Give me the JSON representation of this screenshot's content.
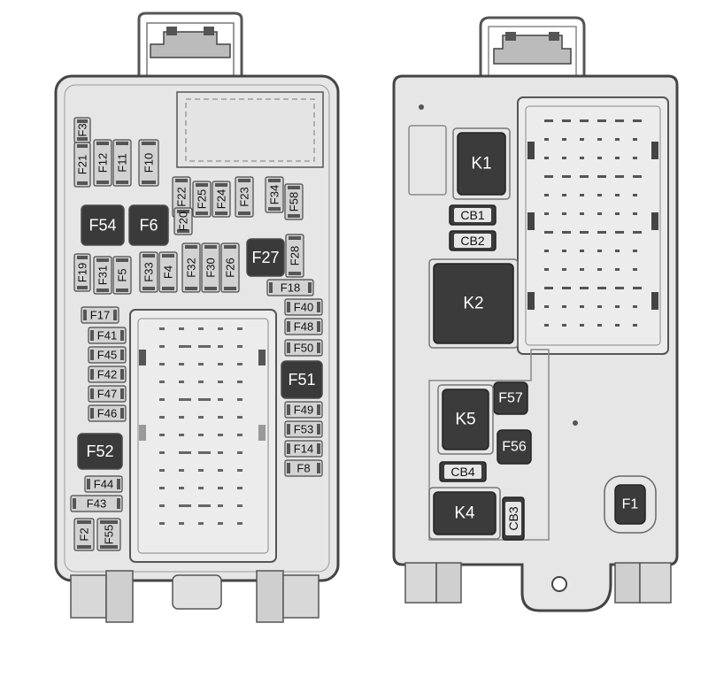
{
  "left_box": {
    "fuses": [
      {
        "id": "F3",
        "label": "F3",
        "orient": "v",
        "size": "small"
      },
      {
        "id": "F21",
        "label": "F21",
        "orient": "v",
        "size": "small"
      },
      {
        "id": "F12",
        "label": "F12",
        "orient": "v",
        "size": "small"
      },
      {
        "id": "F11",
        "label": "F11",
        "orient": "v",
        "size": "small"
      },
      {
        "id": "F10",
        "label": "F10",
        "orient": "v",
        "size": "small"
      },
      {
        "id": "F22",
        "label": "F22",
        "orient": "v",
        "size": "small"
      },
      {
        "id": "F25",
        "label": "F25",
        "orient": "v",
        "size": "small"
      },
      {
        "id": "F24",
        "label": "F24",
        "orient": "v",
        "size": "small"
      },
      {
        "id": "F23",
        "label": "F23",
        "orient": "v",
        "size": "small"
      },
      {
        "id": "F34",
        "label": "F34",
        "orient": "v",
        "size": "small"
      },
      {
        "id": "F58",
        "label": "F58",
        "orient": "v",
        "size": "small"
      },
      {
        "id": "F54",
        "label": "F54",
        "orient": "h",
        "size": "large"
      },
      {
        "id": "F6",
        "label": "F6",
        "orient": "h",
        "size": "large"
      },
      {
        "id": "F20",
        "label": "F20",
        "orient": "v",
        "size": "small"
      },
      {
        "id": "F27",
        "label": "F27",
        "orient": "h",
        "size": "large"
      },
      {
        "id": "F28",
        "label": "F28",
        "orient": "v",
        "size": "small"
      },
      {
        "id": "F19",
        "label": "F19",
        "orient": "v",
        "size": "small"
      },
      {
        "id": "F31",
        "label": "F31",
        "orient": "v",
        "size": "small"
      },
      {
        "id": "F5",
        "label": "F5",
        "orient": "v",
        "size": "small"
      },
      {
        "id": "F33",
        "label": "F33",
        "orient": "v",
        "size": "small"
      },
      {
        "id": "F4",
        "label": "F4",
        "orient": "v",
        "size": "small"
      },
      {
        "id": "F32",
        "label": "F32",
        "orient": "v",
        "size": "small"
      },
      {
        "id": "F30",
        "label": "F30",
        "orient": "v",
        "size": "small"
      },
      {
        "id": "F26",
        "label": "F26",
        "orient": "v",
        "size": "small"
      },
      {
        "id": "F18",
        "label": "F18",
        "orient": "h",
        "size": "small"
      },
      {
        "id": "F17",
        "label": "F17",
        "orient": "h",
        "size": "small"
      },
      {
        "id": "F40",
        "label": "F40",
        "orient": "h",
        "size": "small"
      },
      {
        "id": "F41",
        "label": "F41",
        "orient": "h",
        "size": "small"
      },
      {
        "id": "F48",
        "label": "F48",
        "orient": "h",
        "size": "small"
      },
      {
        "id": "F45",
        "label": "F45",
        "orient": "h",
        "size": "small"
      },
      {
        "id": "F50",
        "label": "F50",
        "orient": "h",
        "size": "small"
      },
      {
        "id": "F42",
        "label": "F42",
        "orient": "h",
        "size": "small"
      },
      {
        "id": "F51",
        "label": "F51",
        "orient": "h",
        "size": "large"
      },
      {
        "id": "F47",
        "label": "F47",
        "orient": "h",
        "size": "small"
      },
      {
        "id": "F46",
        "label": "F46",
        "orient": "h",
        "size": "small"
      },
      {
        "id": "F49",
        "label": "F49",
        "orient": "h",
        "size": "small"
      },
      {
        "id": "F53",
        "label": "F53",
        "orient": "h",
        "size": "small"
      },
      {
        "id": "F52",
        "label": "F52",
        "orient": "h",
        "size": "large"
      },
      {
        "id": "F14",
        "label": "F14",
        "orient": "h",
        "size": "small"
      },
      {
        "id": "F8",
        "label": "F8",
        "orient": "h",
        "size": "small"
      },
      {
        "id": "F44",
        "label": "F44",
        "orient": "h",
        "size": "small"
      },
      {
        "id": "F43",
        "label": "F43",
        "orient": "h",
        "size": "small"
      },
      {
        "id": "F2",
        "label": "F2",
        "orient": "v",
        "size": "small"
      },
      {
        "id": "F55",
        "label": "F55",
        "orient": "v",
        "size": "small"
      }
    ]
  },
  "right_box": {
    "components": [
      {
        "id": "K1",
        "label": "K1",
        "kind": "relay"
      },
      {
        "id": "CB1",
        "label": "CB1",
        "kind": "breaker"
      },
      {
        "id": "CB2",
        "label": "CB2",
        "kind": "breaker"
      },
      {
        "id": "K2",
        "label": "K2",
        "kind": "relay"
      },
      {
        "id": "F57",
        "label": "F57",
        "kind": "fuse"
      },
      {
        "id": "K5",
        "label": "K5",
        "kind": "relay"
      },
      {
        "id": "F56",
        "label": "F56",
        "kind": "fuse"
      },
      {
        "id": "CB4",
        "label": "CB4",
        "kind": "breaker"
      },
      {
        "id": "K4",
        "label": "K4",
        "kind": "relay"
      },
      {
        "id": "CB3",
        "label": "CB3",
        "kind": "breaker-v"
      },
      {
        "id": "F1",
        "label": "F1",
        "kind": "fuse"
      }
    ]
  },
  "colors": {
    "body": "#e9e9e9",
    "outline": "#4a4a4a",
    "fuse_small": "#d2d2d2",
    "fuse_large": "#3a3a3a",
    "relay": "#3b3b3b",
    "text_dark": "#111111",
    "text_light": "#ffffff"
  }
}
